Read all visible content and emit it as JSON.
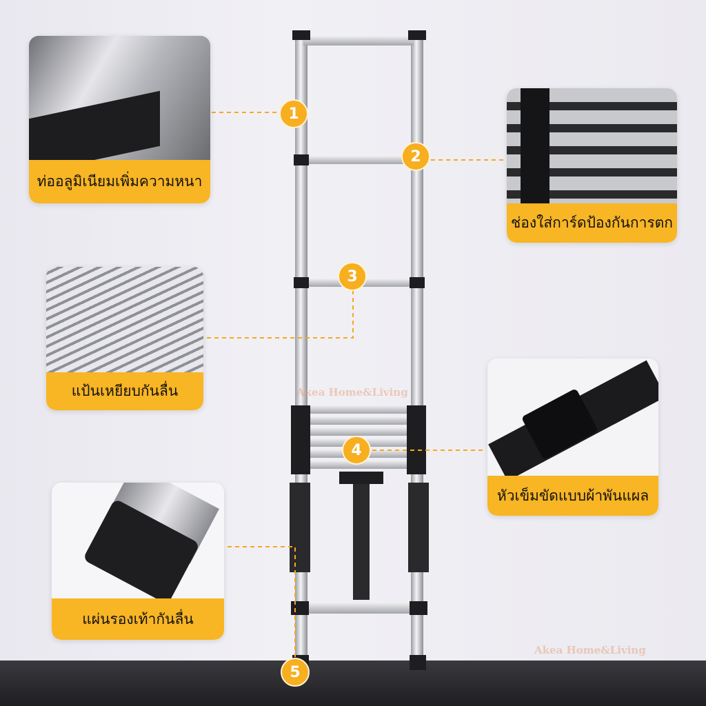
{
  "callouts": [
    {
      "number": "1",
      "label": "ท่ออลูมิเนียมเพิ่มความหนา"
    },
    {
      "number": "2",
      "label": "ช่องใส่การ์ดป้องกันการตก"
    },
    {
      "number": "3",
      "label": "แป้นเหยียบกันลื่น"
    },
    {
      "number": "4",
      "label": "หัวเข็มขัดแบบผ้าพันแผล"
    },
    {
      "number": "5",
      "label": "แผ่นรองเท้ากันลื่น"
    }
  ],
  "watermark": "Akea Home&Living",
  "colors": {
    "accent": "#f8b524",
    "wall": "#eceaf0",
    "floor": "#2a2a2e"
  }
}
